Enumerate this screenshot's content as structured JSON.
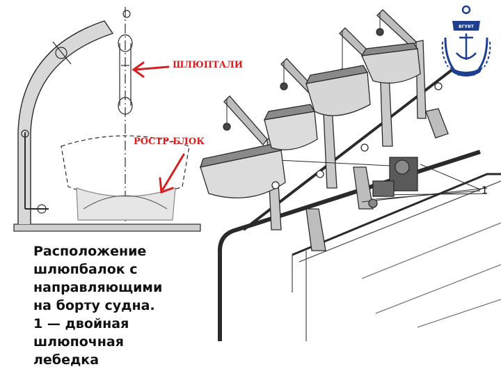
{
  "labels": {
    "falls": "ШЛЮПТАЛИ",
    "block": "РОСТР-БЛОК",
    "item_number": "1"
  },
  "logo": {
    "text": "ВГУВТ",
    "icon": "anchor-emblem-icon",
    "color": "#1e3f8f"
  },
  "caption": {
    "lines": [
      "Расположение",
      "шлюпбалок с",
      "направляющими",
      "на борту судна.",
      "1 — двойная",
      "шлюпочная",
      "лебедка"
    ]
  },
  "colors": {
    "accent": "#d42020",
    "drawing": "#2a2a2a"
  }
}
